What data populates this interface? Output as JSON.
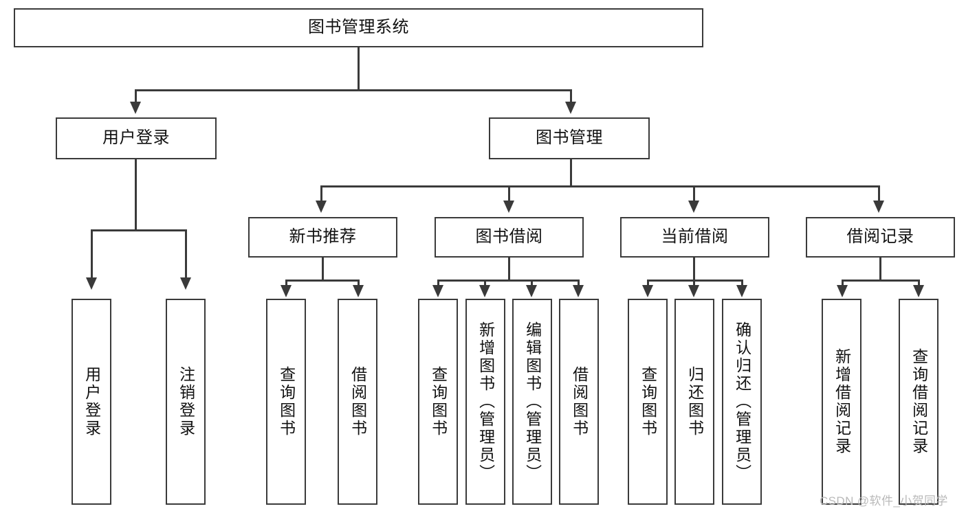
{
  "diagram": {
    "type": "tree-hierarchy-chart",
    "title": "图书管理系统",
    "root": {
      "id": "root",
      "label": "图书管理系统",
      "orientation": "horizontal"
    },
    "level1": [
      {
        "id": "user-login",
        "label": "用户登录",
        "orientation": "horizontal"
      },
      {
        "id": "book-manage",
        "label": "图书管理",
        "orientation": "horizontal"
      }
    ],
    "level2": [
      {
        "id": "new-book-recommend",
        "label": "新书推荐",
        "orientation": "horizontal",
        "parent": "book-manage"
      },
      {
        "id": "book-borrow",
        "label": "图书借阅",
        "orientation": "horizontal",
        "parent": "book-manage"
      },
      {
        "id": "current-borrow",
        "label": "当前借阅",
        "orientation": "horizontal",
        "parent": "book-manage"
      },
      {
        "id": "borrow-record",
        "label": "借阅记录",
        "orientation": "horizontal",
        "parent": "book-manage"
      }
    ],
    "leaves": [
      {
        "id": "leaf-user-login",
        "label": "用户登录",
        "orientation": "vertical",
        "parent": "user-login"
      },
      {
        "id": "leaf-user-logout",
        "label": "注销登录",
        "orientation": "vertical",
        "parent": "user-login"
      },
      {
        "id": "leaf-query-book-1",
        "label": "查询图书",
        "orientation": "vertical",
        "parent": "new-book-recommend"
      },
      {
        "id": "leaf-borrow-book-1",
        "label": "借阅图书",
        "orientation": "vertical",
        "parent": "new-book-recommend"
      },
      {
        "id": "leaf-query-book-2",
        "label": "查询图书",
        "orientation": "vertical",
        "parent": "book-borrow"
      },
      {
        "id": "leaf-add-book",
        "label": "新增图书（管理员）",
        "orientation": "vertical",
        "parent": "book-borrow"
      },
      {
        "id": "leaf-edit-book",
        "label": "编辑图书（管理员）",
        "orientation": "vertical",
        "parent": "book-borrow"
      },
      {
        "id": "leaf-borrow-book-2",
        "label": "借阅图书",
        "orientation": "vertical",
        "parent": "book-borrow"
      },
      {
        "id": "leaf-query-book-3",
        "label": "查询图书",
        "orientation": "vertical",
        "parent": "current-borrow"
      },
      {
        "id": "leaf-return-book",
        "label": "归还图书",
        "orientation": "vertical",
        "parent": "current-borrow"
      },
      {
        "id": "leaf-confirm-return",
        "label": "确认归还（管理员）",
        "orientation": "vertical",
        "parent": "current-borrow"
      },
      {
        "id": "leaf-add-record",
        "label": "新增借阅记录",
        "orientation": "vertical",
        "parent": "borrow-record"
      },
      {
        "id": "leaf-query-record",
        "label": "查询借阅记录",
        "orientation": "vertical",
        "parent": "borrow-record"
      }
    ],
    "colors": {
      "stroke": "#3a3a3a",
      "fill": "#ffffff",
      "text": "#111111",
      "watermark": "#b9b9b9"
    }
  },
  "watermark": {
    "text": "CSDN @软件_小贺同学"
  }
}
